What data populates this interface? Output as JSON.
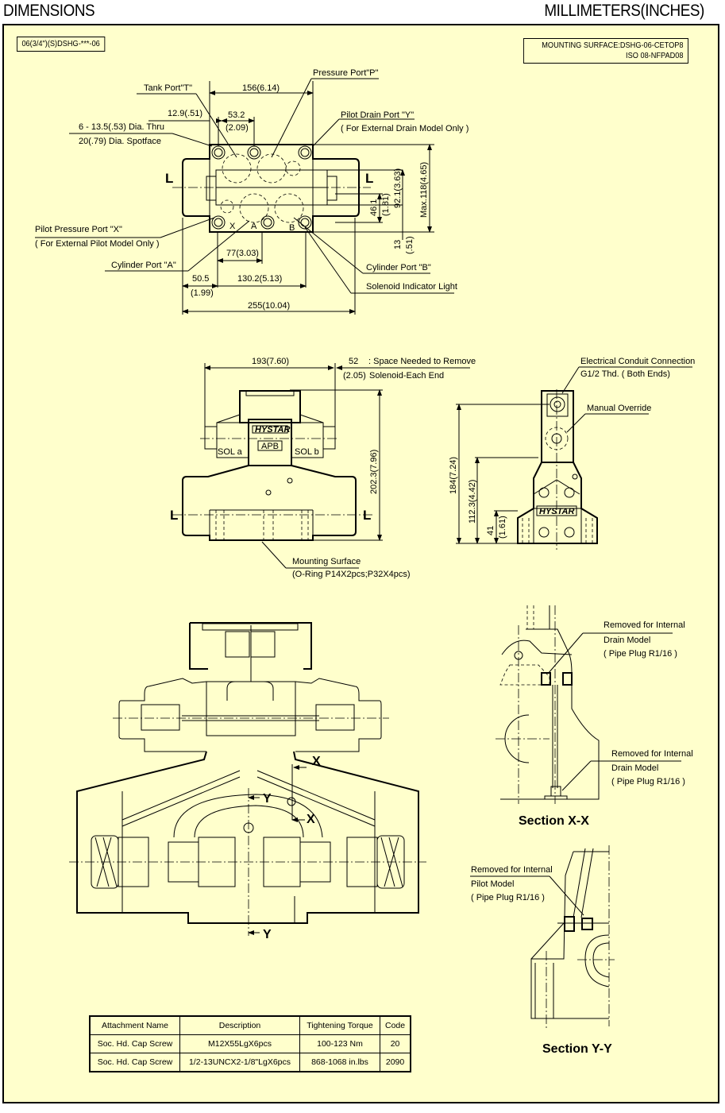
{
  "header": {
    "title": "DIMENSIONS",
    "units": "MILLIMETERS(INCHES)"
  },
  "model_code": "06(3/4\")(S)DSHG-***-06",
  "mounting_surface": {
    "line1": "MOUNTING SURFACE:DSHG-06-CETOP8",
    "line2": "ISO 08-NFPAD08"
  },
  "top_view": {
    "labels": {
      "pressure_port": "Pressure Port\"P\"",
      "tank_port": "Tank Port\"T\"",
      "pilot_drain_port": "Pilot Drain Port \"Y\"",
      "pilot_drain_note": "( For External Drain Model Only )",
      "holes": "6 - 13.5(.53) Dia. Thru",
      "spotface": "20(.79) Dia. Spotface",
      "pilot_pressure_port": "Pilot Pressure Port \"X\"",
      "pilot_pressure_note": "( For External Pilot Model Only )",
      "cylinder_port_a": "Cylinder Port \"A\"",
      "cylinder_port_b": "Cylinder Port \"B\"",
      "solenoid_indicator": "Solenoid Indicator Light",
      "end_l_left": "L",
      "end_l_right": "L",
      "port_x": "X",
      "port_a": "A",
      "port_b": "B"
    },
    "dimensions": {
      "d156": "156(6.14)",
      "d12_9": "12.9(.51)",
      "d53_2": "53.2",
      "d53_2_in": "(2.09)",
      "d46_1": "46.1",
      "d46_1_in": "(1.81)",
      "d92_1": "92.1(3.63)",
      "dmax118": "Max.118(4.65)",
      "d13": "13",
      "d13_in": "(.51)",
      "d77": "77(3.03)",
      "d50_5": "50.5",
      "d50_5_in": "(1.99)",
      "d130_2": "130.2(5.13)",
      "d255": "255(10.04)"
    }
  },
  "front_view": {
    "labels": {
      "space_needed": ": Space Needed to Remove",
      "solenoid_each_end": "Solenoid-Each End",
      "brand": "HYSTAR",
      "brand2": "APB",
      "sol_a": "SOL a",
      "sol_b": "SOL b",
      "end_l_left": "L",
      "end_l_right": "L",
      "mounting_surface": "Mounting Surface",
      "oring": "(O-Ring P14X2pcs;P32X4pcs)"
    },
    "dimensions": {
      "d193": "193(7.60)",
      "d52": "52",
      "d52_in": "(2.05)",
      "d202_3": "202.3(7.96)"
    }
  },
  "side_view": {
    "labels": {
      "conduit": "Electrical Conduit Connection",
      "conduit_thread": "G1/2 Thd. ( Both Ends)",
      "manual_override": "Manual Override",
      "brand": "HYSTAR"
    },
    "dimensions": {
      "d184": "184(7.24)",
      "d112_3": "112.3(4.42)",
      "d41": "41",
      "d41_in": "(1.61)"
    }
  },
  "section_view": {
    "labels": {
      "x_top": "X",
      "x_mid": "X",
      "y_top": "Y",
      "y_bottom": "Y"
    }
  },
  "section_xx": {
    "title": "Section X-X",
    "note1": [
      "Removed for Internal",
      "Drain Model",
      "( Pipe Plug R1/16 )"
    ],
    "note2": [
      "Removed for Internal",
      "Drain Model",
      "( Pipe Plug R1/16 )"
    ]
  },
  "section_yy": {
    "title": "Section Y-Y",
    "note": [
      "Removed for Internal",
      "Pilot Model",
      "( Pipe Plug R1/16 )"
    ]
  },
  "attachment_table": {
    "headers": [
      "Attachment Name",
      "Description",
      "Tightening Torque",
      "Code"
    ],
    "rows": [
      [
        "Soc. Hd. Cap Screw",
        "M12X55LgX6pcs",
        "100-123 Nm",
        "20"
      ],
      [
        "Soc. Hd. Cap Screw",
        "1/2-13UNCX2-1/8\"LgX6pcs",
        "868-1068 in.lbs",
        "2090"
      ]
    ]
  }
}
